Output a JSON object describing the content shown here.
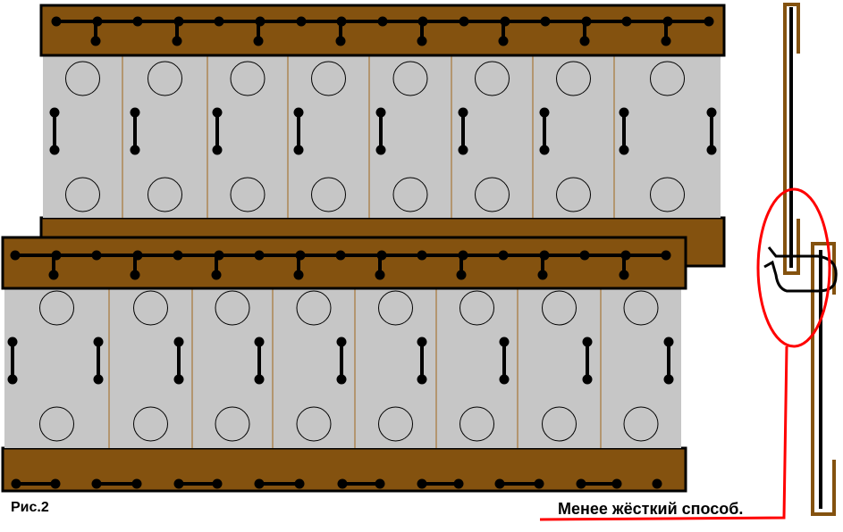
{
  "figure_label": "Рис.2",
  "caption": "Менее жёсткий способ.",
  "colors": {
    "board": "#84520f",
    "panel": "#c6c6c6",
    "divider": "#a0661a",
    "wire": "#000000",
    "highlight": "#ff0000"
  },
  "panels_per_row": 8
}
